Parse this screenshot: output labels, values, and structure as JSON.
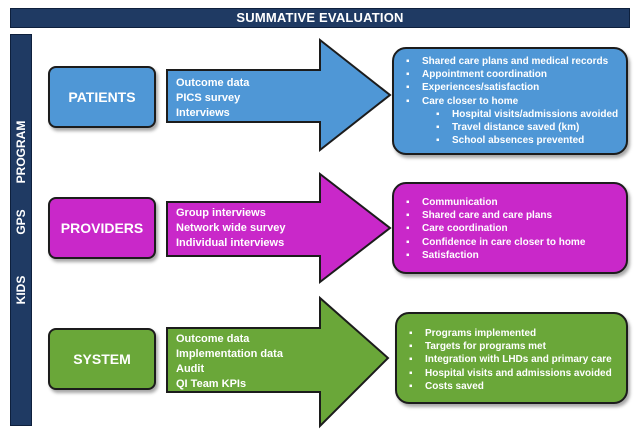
{
  "header": {
    "title": "SUMMATIVE EVALUATION"
  },
  "sidebar": {
    "labels": [
      "PROGRAM",
      "GPS",
      "KIDS"
    ]
  },
  "rows": [
    {
      "label": "PATIENTS",
      "methods": [
        "Outcome data",
        "PICS survey",
        "Interviews"
      ],
      "outcomes": [
        {
          "text": "Shared care plans and medical records",
          "sub": false
        },
        {
          "text": "Appointment coordination",
          "sub": false
        },
        {
          "text": "Experiences/satisfaction",
          "sub": false
        },
        {
          "text": "Care closer to home",
          "sub": false
        },
        {
          "text": "Hospital visits/admissions avoided",
          "sub": true
        },
        {
          "text": "Travel distance saved (km)",
          "sub": true
        },
        {
          "text": "School absences prevented",
          "sub": true
        }
      ]
    },
    {
      "label": "PROVIDERS",
      "methods": [
        "Group interviews",
        "Network wide survey",
        "Individual interviews"
      ],
      "outcomes": [
        {
          "text": "Communication",
          "sub": false
        },
        {
          "text": "Shared care and care plans",
          "sub": false
        },
        {
          "text": "Care coordination",
          "sub": false
        },
        {
          "text": "Confidence in care closer to home",
          "sub": false
        },
        {
          "text": "Satisfaction",
          "sub": false
        }
      ]
    },
    {
      "label": "SYSTEM",
      "methods": [
        "Outcome data",
        "Implementation data",
        "Audit",
        "QI Team KPIs"
      ],
      "outcomes": [
        {
          "text": "Programs implemented",
          "sub": false
        },
        {
          "text": "Targets for programs met",
          "sub": false
        },
        {
          "text": "Integration with LHDs and primary care",
          "sub": false
        },
        {
          "text": "Hospital visits and admissions avoided",
          "sub": false
        },
        {
          "text": "Costs saved",
          "sub": false
        }
      ]
    }
  ],
  "colors": {
    "patients": "#4f97d6",
    "providers": "#c928c9",
    "system": "#6aa739",
    "header": "#1f3a63"
  }
}
